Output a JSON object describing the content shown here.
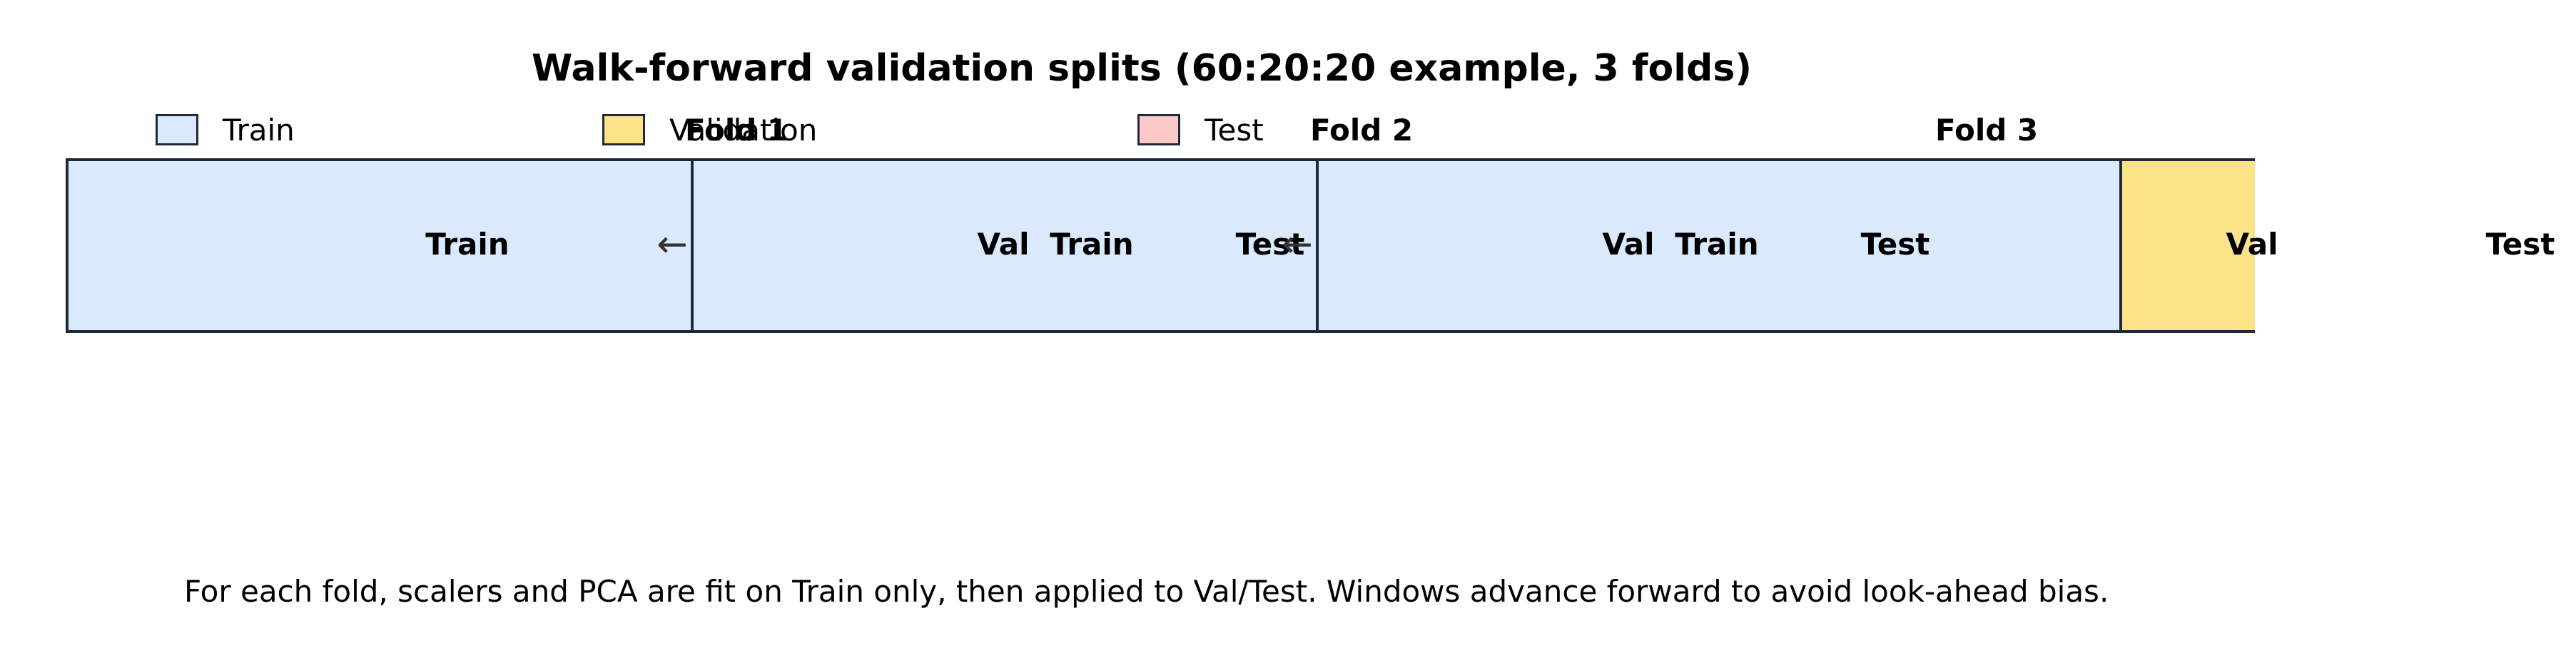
{
  "title": "Walk-forward validation splits (60:20:20 example, 3 folds)",
  "legend": [
    {
      "label": "Train",
      "color": "#dbe9fc"
    },
    {
      "label": "Validation",
      "color": "#fce38a"
    },
    {
      "label": "Test",
      "color": "#fcc8c8"
    }
  ],
  "folds": [
    {
      "label": "Fold 1"
    },
    {
      "label": "Fold 2"
    },
    {
      "label": "Fold 3"
    }
  ],
  "segments": [
    {
      "kind": "train",
      "label": "Train"
    },
    {
      "kind": "train",
      "label": "Train"
    },
    {
      "kind": "train",
      "label": "Train"
    },
    {
      "kind": "val",
      "label": "Val"
    }
  ],
  "floating_labels": [
    {
      "label": "Val"
    },
    {
      "label": "Test"
    },
    {
      "label": "Val"
    },
    {
      "label": "Test"
    },
    {
      "label": "Test"
    }
  ],
  "arrow_glyph": "←",
  "note": "For each fold, scalers and PCA are fit on Train only, then applied to Val/Test. Windows advance forward to avoid look-ahead bias."
}
